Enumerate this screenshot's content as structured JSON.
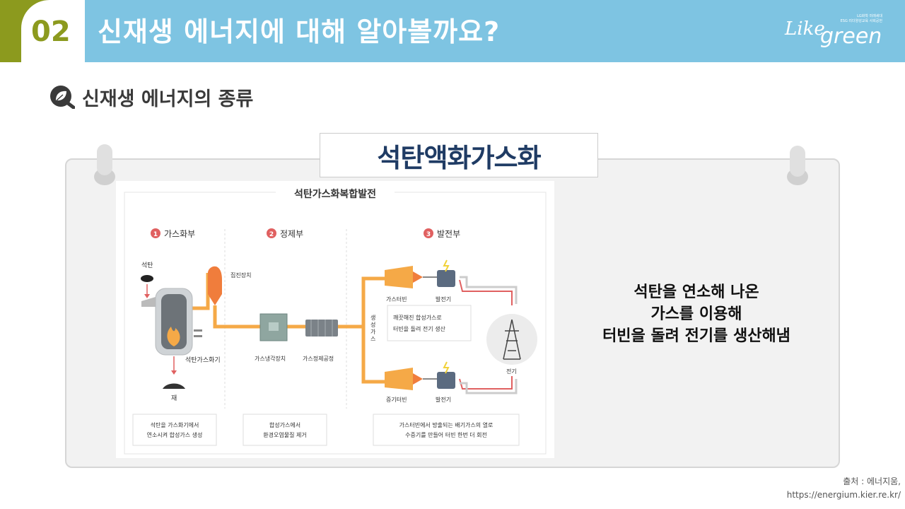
{
  "header": {
    "number": "02",
    "title": "신재생 에너지에 대해 알아볼까요?",
    "logo": {
      "tag_line1": "LG화학 미래세대",
      "tag_line2": "ESG 리더양성교육 사회공헌",
      "text_like": "Like",
      "text_green": "green"
    }
  },
  "subtitle": "신재생 에너지의 종류",
  "card_title": "석탄액화가스화",
  "diagram": {
    "title": "석탄가스화복합발전",
    "sections": [
      "가스화부",
      "정제부",
      "발전부"
    ],
    "section_numbers": [
      "1",
      "2",
      "3"
    ],
    "labels": {
      "coal": "석탄",
      "dust": "집진장치",
      "gasifier": "석탄가스화기",
      "ash": "재",
      "cooler": "가스냉각장치",
      "refine": "가스정제공정",
      "syngas": [
        "생",
        "성",
        "가",
        "스"
      ],
      "gas_turbine": "가스터빈",
      "generator1": "발전기",
      "steam_turbine": "증기터빈",
      "generator2": "발전기",
      "electricity": "전기",
      "clean_note1": "깨끗해진 합성가스로",
      "clean_note2": "터빈을 돌려 전기 생산"
    },
    "notes": {
      "n1_line1": "석탄을 가스화기에서",
      "n1_line2": "연소시켜 합성가스 생성",
      "n2_line1": "합성가스에서",
      "n2_line2": "환경오염물질 제거",
      "n3_line1": "가스터빈에서 방출되는 배기가스의 열로",
      "n3_line2": "수증기를 만들어 터빈 한번 더 회전"
    }
  },
  "description": {
    "line1": "석탄을 연소해 나온",
    "line2": "가스를 이용해",
    "line3": "터빈을 돌려 전기를 생산해냄"
  },
  "source": {
    "line1": "출처 : 에너지움,",
    "line2": "https://energium.kier.re.kr/"
  },
  "colors": {
    "header_blue": "#7ec4e2",
    "accent_olive": "#8c9a1e",
    "title_navy": "#1f3b64",
    "pipe_orange": "#f5a947",
    "marker_red": "#e06060"
  }
}
